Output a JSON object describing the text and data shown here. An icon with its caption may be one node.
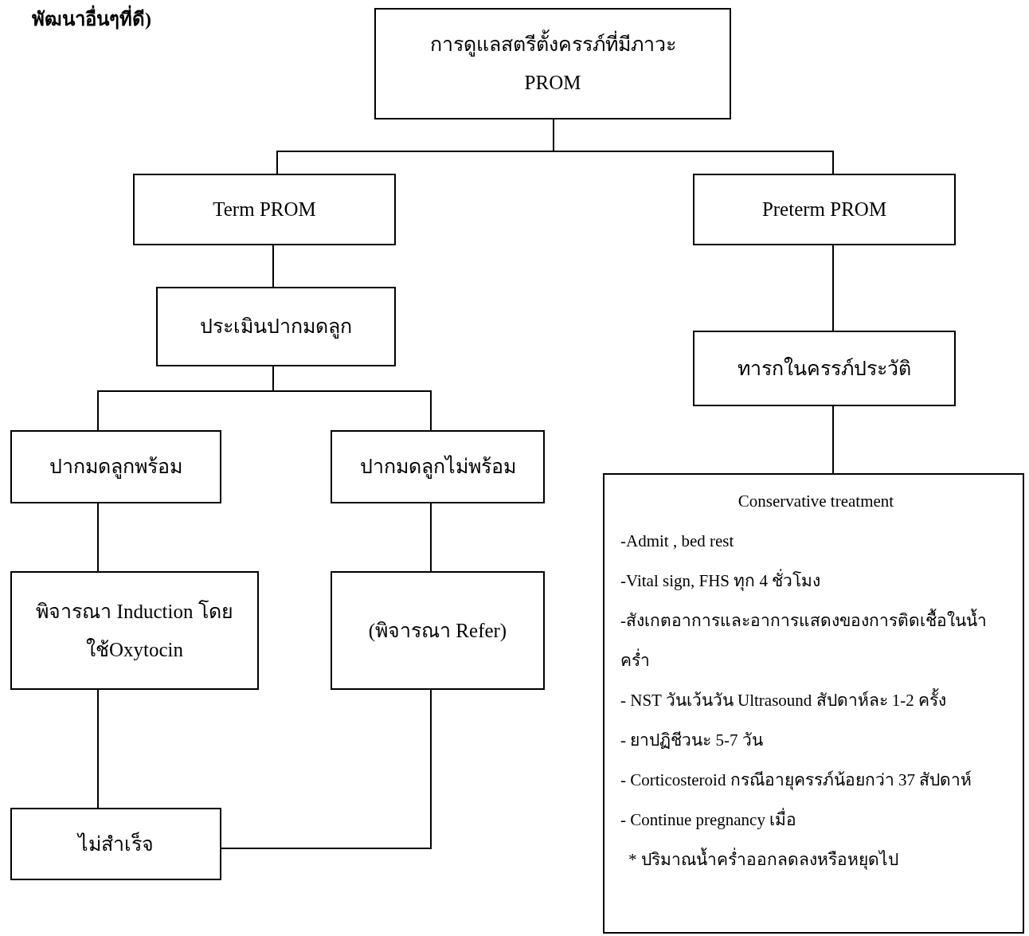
{
  "diagram": {
    "nodes": [
      {
        "text": [
          "การดูแลสตรีตั้งครรภ์ที่มีภาวะ PROM"
        ]
      },
      {
        "text": [
          "Term PROM"
        ]
      },
      {
        "text": [
          "Preterm PROM"
        ]
      },
      {
        "text": [
          "ประเมินปากมดลูก"
        ]
      },
      {
        "text": [
          "ทารกในครรภ์ประวัติ"
        ]
      },
      {
        "text": [
          "ปากมดลูกพร้อม"
        ]
      },
      {
        "text": [
          "ปากมดลูกไม่พร้อม"
        ]
      },
      {
        "text": [
          "พิจารณา Induction โดย ใช้Oxytocin"
        ]
      },
      {
        "text": [
          "(พิจารณา Refer)"
        ]
      },
      {
        "text": [
          "ไม่สำเร็จ"
        ]
      },
      {
        "text": [
          "Conservative treatment",
          "-Admit , bed rest",
          "-Vital sign, FHS ทุก 4 ชั่วโมง",
          "-สังเกตอาการและอาการแสดงของการติดเชื้อในน้ำคร่ำ",
          "- NST วันเว้นวัน Ultrasound สัปดาห์ละ 1-2 ครั้ง",
          "- ยาปฏิชีวนะ 5-7 วัน",
          "- Corticosteroid กรณีอายุครรภ์น้อยกว่า 37 สัปดาห์",
          "- Continue pregnancy เมื่อ",
          "* ปริมาณน้ำคร่ำออกลดลงหรือหยุดไป"
        ]
      }
    ],
    "edges": [
      {
        "from": 0,
        "to": 1,
        "arrow": "none"
      },
      {
        "from": 0,
        "to": 2,
        "arrow": "none"
      },
      {
        "from": 1,
        "to": 3,
        "arrow": "none"
      },
      {
        "from": 2,
        "to": 4,
        "arrow": "none"
      },
      {
        "from": 3,
        "to": 5,
        "arrow": "none"
      },
      {
        "from": 3,
        "to": 6,
        "arrow": "none"
      },
      {
        "from": 5,
        "to": 7,
        "arrow": "none"
      },
      {
        "from": 6,
        "to": 8,
        "arrow": "none"
      },
      {
        "from": 7,
        "to": 9,
        "arrow": "none"
      },
      {
        "from": 8,
        "to": 9,
        "arrow": "none"
      },
      {
        "from": 4,
        "to": 10,
        "arrow": "none"
      }
    ],
    "labels": [
      "พัฒนาอื่นๆที่ดี)"
    ]
  }
}
